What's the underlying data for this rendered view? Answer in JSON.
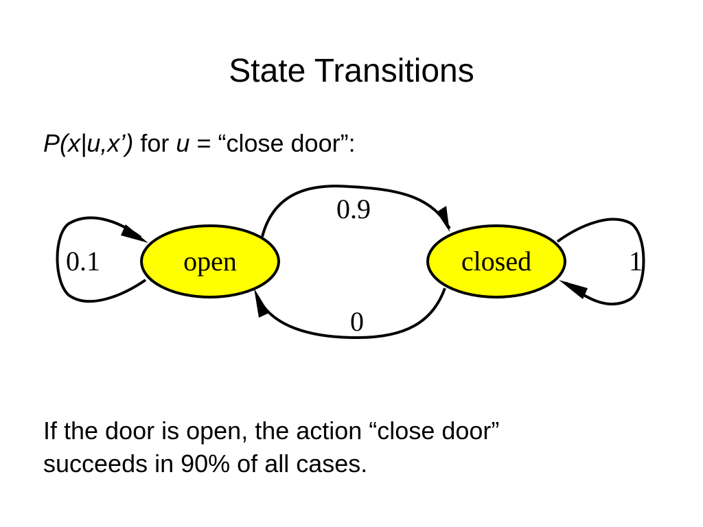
{
  "slide": {
    "title": "State Transitions"
  },
  "subtitle": {
    "prob_expr": "P(x|u,x’)",
    "for_word": "for",
    "u_var": "u",
    "rest": "= “close door”:"
  },
  "diagram": {
    "states": [
      {
        "id": "open",
        "label": "open"
      },
      {
        "id": "closed",
        "label": "closed"
      }
    ],
    "transitions": [
      {
        "from": "open",
        "to": "open",
        "prob": "0.1"
      },
      {
        "from": "open",
        "to": "closed",
        "prob": "0.9"
      },
      {
        "from": "closed",
        "to": "open",
        "prob": "0"
      },
      {
        "from": "closed",
        "to": "closed",
        "prob": "1"
      }
    ],
    "state_fill": "#ffff00",
    "stroke_color": "#000000"
  },
  "caption": {
    "line1": "If the door is open, the action “close door”",
    "line2": "succeeds in 90% of all cases."
  }
}
